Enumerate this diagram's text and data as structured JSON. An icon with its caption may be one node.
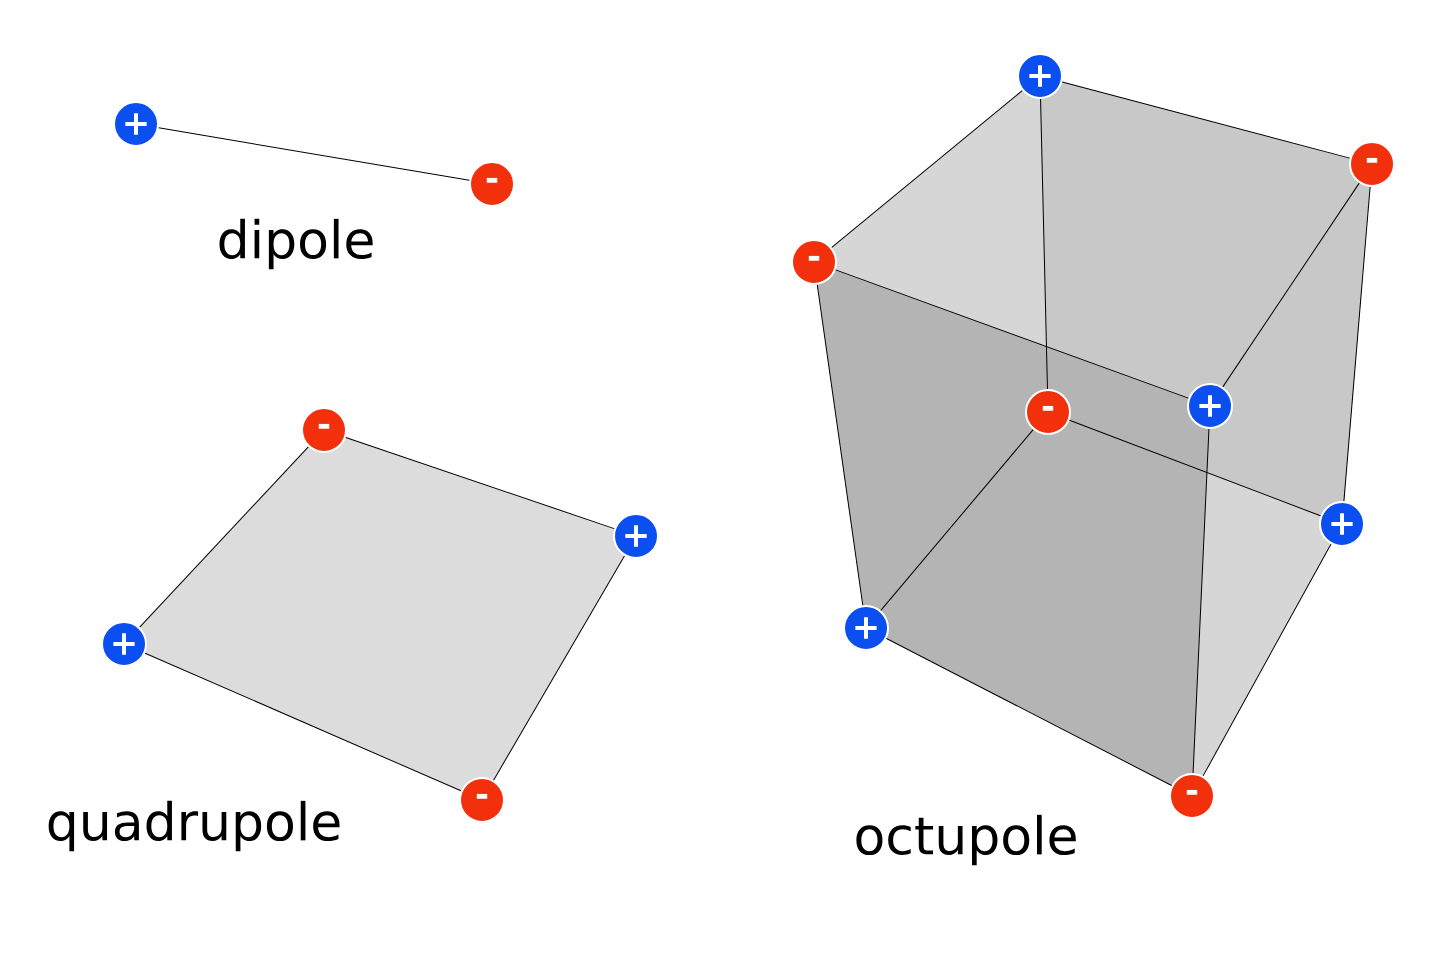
{
  "diagram": {
    "nodes": [
      {
        "text": [
          "+"
        ]
      },
      {
        "text": [
          "-"
        ]
      },
      {
        "text": [
          "-"
        ]
      },
      {
        "text": [
          "+"
        ]
      },
      {
        "text": [
          "+"
        ]
      },
      {
        "text": [
          "-"
        ]
      },
      {
        "text": [
          "+"
        ]
      },
      {
        "text": [
          "-"
        ]
      },
      {
        "text": [
          "-"
        ]
      },
      {
        "text": [
          "-"
        ]
      },
      {
        "text": [
          "+"
        ]
      },
      {
        "text": [
          "+"
        ]
      },
      {
        "text": [
          "+"
        ]
      },
      {
        "text": [
          "-"
        ]
      }
    ],
    "edges": [
      {
        "from": 0,
        "to": 1,
        "arrow": "none"
      },
      {
        "from": 2,
        "to": 3,
        "arrow": "none"
      },
      {
        "from": 3,
        "to": 5,
        "arrow": "none"
      },
      {
        "from": 5,
        "to": 4,
        "arrow": "none"
      },
      {
        "from": 4,
        "to": 2,
        "arrow": "none"
      },
      {
        "from": 8,
        "to": 6,
        "arrow": "none"
      },
      {
        "from": 6,
        "to": 7,
        "arrow": "none"
      },
      {
        "from": 7,
        "to": 10,
        "arrow": "none"
      },
      {
        "from": 10,
        "to": 8,
        "arrow": "none"
      },
      {
        "from": 12,
        "to": 9,
        "arrow": "none"
      },
      {
        "from": 9,
        "to": 11,
        "arrow": "none"
      },
      {
        "from": 11,
        "to": 13,
        "arrow": "none"
      },
      {
        "from": 13,
        "to": 12,
        "arrow": "none"
      },
      {
        "from": 8,
        "to": 12,
        "arrow": "none"
      },
      {
        "from": 6,
        "to": 9,
        "arrow": "none"
      },
      {
        "from": 7,
        "to": 11,
        "arrow": "none"
      },
      {
        "from": 10,
        "to": 13,
        "arrow": "none"
      }
    ],
    "labels": [
      "dipole",
      "quadrupole",
      "octupole"
    ]
  }
}
